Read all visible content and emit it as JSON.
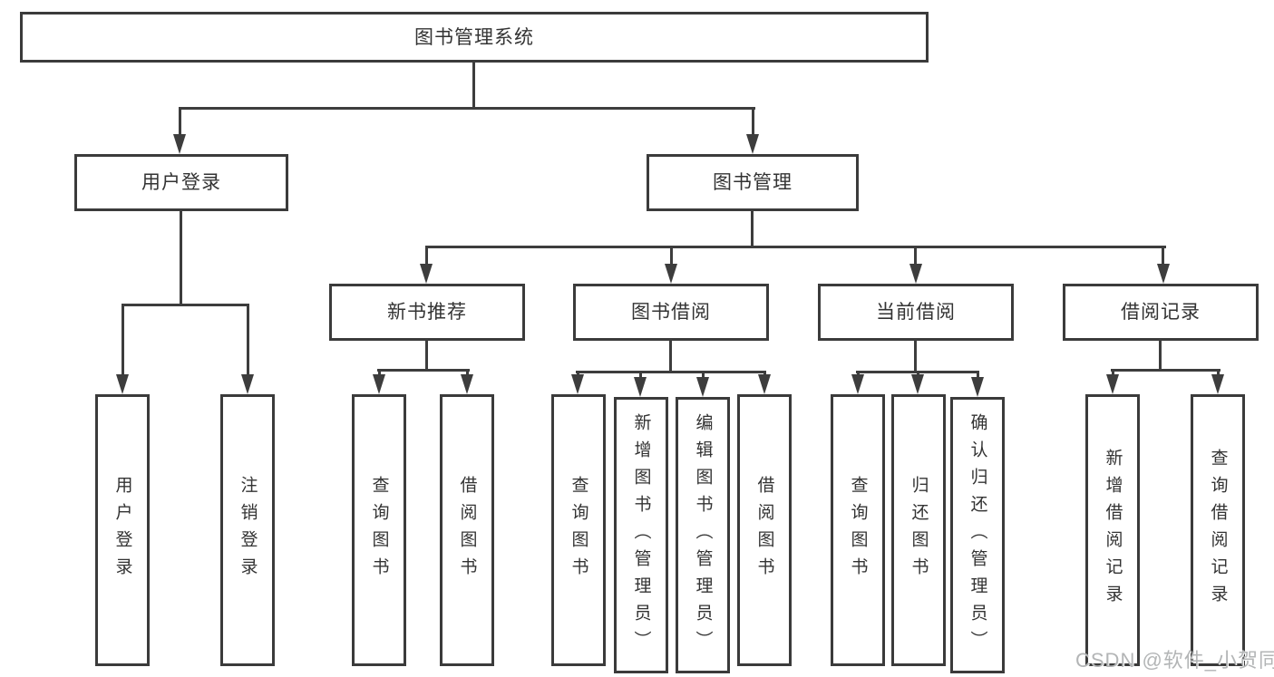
{
  "tree": {
    "root": "图书管理系统",
    "children": [
      {
        "label": "用户登录",
        "children": [
          "用户登录",
          "注销登录"
        ]
      },
      {
        "label": "图书管理",
        "children": [
          {
            "label": "新书推荐",
            "children": [
              "查询图书",
              "借阅图书"
            ]
          },
          {
            "label": "图书借阅",
            "children": [
              "查询图书",
              "新增图书（管理员）",
              "编辑图书（管理员）",
              "借阅图书"
            ]
          },
          {
            "label": "当前借阅",
            "children": [
              "查询图书",
              "归还图书",
              "确认归还（管理员）"
            ]
          },
          {
            "label": "借阅记录",
            "children": [
              "新增借阅记录",
              "查询借阅记录"
            ]
          }
        ]
      }
    ]
  },
  "watermark": {
    "text": "CSDN @软件_小贺同学"
  },
  "colors": {
    "line": "#3d3d3d",
    "box_border": "#3b3b3b",
    "text": "#333333",
    "watermark": "#b3b5b6",
    "background": "#ffffff"
  }
}
